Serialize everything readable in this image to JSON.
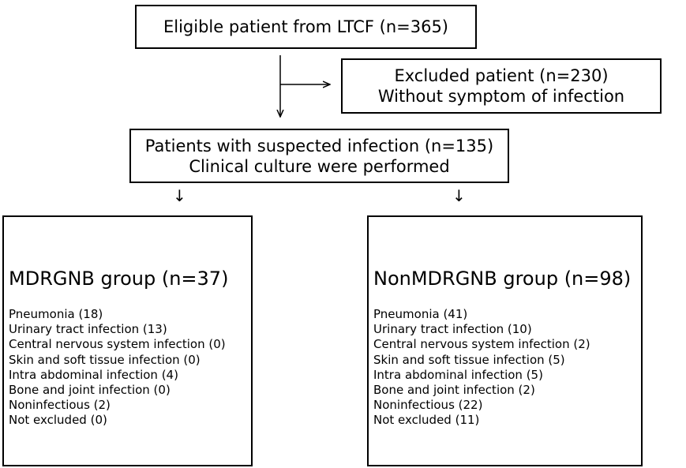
{
  "flow": {
    "top": "Eligible patient from LTCF (n=365)",
    "excluded": [
      "Excluded patient (n=230)",
      "Without symptom of infection"
    ],
    "suspected": [
      "Patients with suspected infection (n=135)",
      "Clinical culture were performed"
    ],
    "groups": [
      {
        "title": "MDRGNB group (n=37)",
        "items": [
          "Pneumonia (18)",
          "Urinary tract infection (13)",
          "Central nervous system infection (0)",
          "Skin and soft tissue infection (0)",
          "Intra abdominal infection (4)",
          "Bone and joint infection (0)",
          "Noninfectious (2)",
          "Not excluded (0)"
        ]
      },
      {
        "title": "NonMDRGNB group (n=98)",
        "items": [
          "Pneumonia (41)",
          "Urinary tract infection (10)",
          "Central nervous system infection (2)",
          "Skin and soft tissue infection (5)",
          "Intra abdominal infection (5)",
          "Bone and joint infection (2)",
          "Noninfectious (22)",
          "Not excluded (11)"
        ]
      }
    ]
  }
}
